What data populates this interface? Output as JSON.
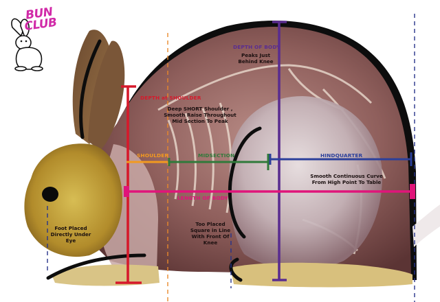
{
  "logo": {
    "line1": "BUN",
    "line2": "CLUB"
  },
  "colors": {
    "shoulder_depth": "#d6192b",
    "body_depth": "#5a2d8f",
    "shoulder_segment": "#f29a20",
    "midsection_segment": "#2f7a3a",
    "hindquarter_segment": "#2b3f9a",
    "body_length": "#e0157a",
    "dashed_guides": "#27338a",
    "orange_guide": "#e8882a",
    "outline": "#0d0d0d"
  },
  "measurements": {
    "depth_at_shoulder": "DEPTH at SHOULDER",
    "depth_of_body": "DEPTH OF BODY",
    "shoulder": "SHOULDER",
    "midsection": "MIDSECTION",
    "hindquarter": "HINDQUARTER",
    "length_of_body": "LENGTH OF BODY"
  },
  "notes": {
    "depth_of_body": [
      "Peaks Just",
      "Behind Knee"
    ],
    "shoulder": [
      "Deep SHORT Shoulder ,",
      "Smooth Raise  Throughout",
      "Mid Section To Peak"
    ],
    "hindquarter": [
      "Smooth Continuous Curve",
      "From High Point To Table"
    ],
    "front_foot": [
      "Foot Placed",
      "Directly Under",
      "Eye"
    ],
    "hind_foot": [
      "Too Placed",
      "Square  in Line",
      "With Front Of",
      "Knee"
    ]
  }
}
